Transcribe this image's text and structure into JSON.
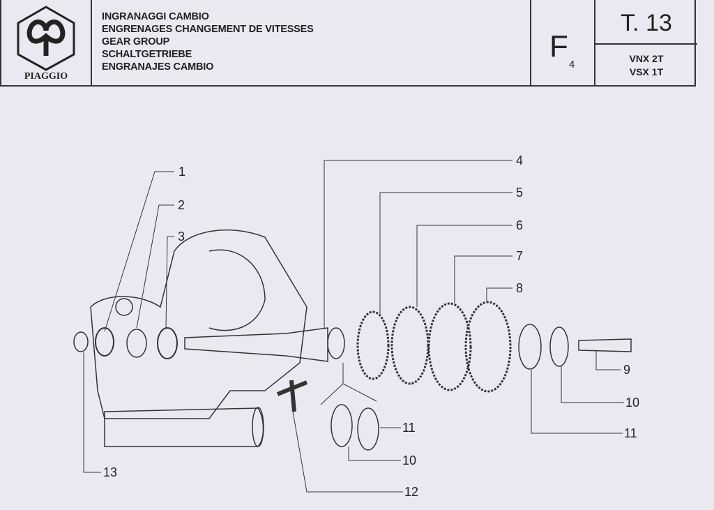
{
  "header": {
    "brand": "PIAGGIO",
    "titles": [
      "INGRANAGGI CAMBIO",
      "ENGRENAGES CHANGEMENT DE VITESSES",
      "GEAR GROUP",
      "SCHALTGETRIEBE",
      "ENGRANAJES CAMBIO"
    ],
    "section": "F",
    "section_sub": "4",
    "table": "T. 13",
    "models": [
      "VNX 2T",
      "VSX 1T"
    ]
  },
  "callouts": [
    "1",
    "2",
    "3",
    "4",
    "5",
    "6",
    "7",
    "8",
    "9",
    "10",
    "11",
    "11",
    "10",
    "12",
    "13"
  ]
}
